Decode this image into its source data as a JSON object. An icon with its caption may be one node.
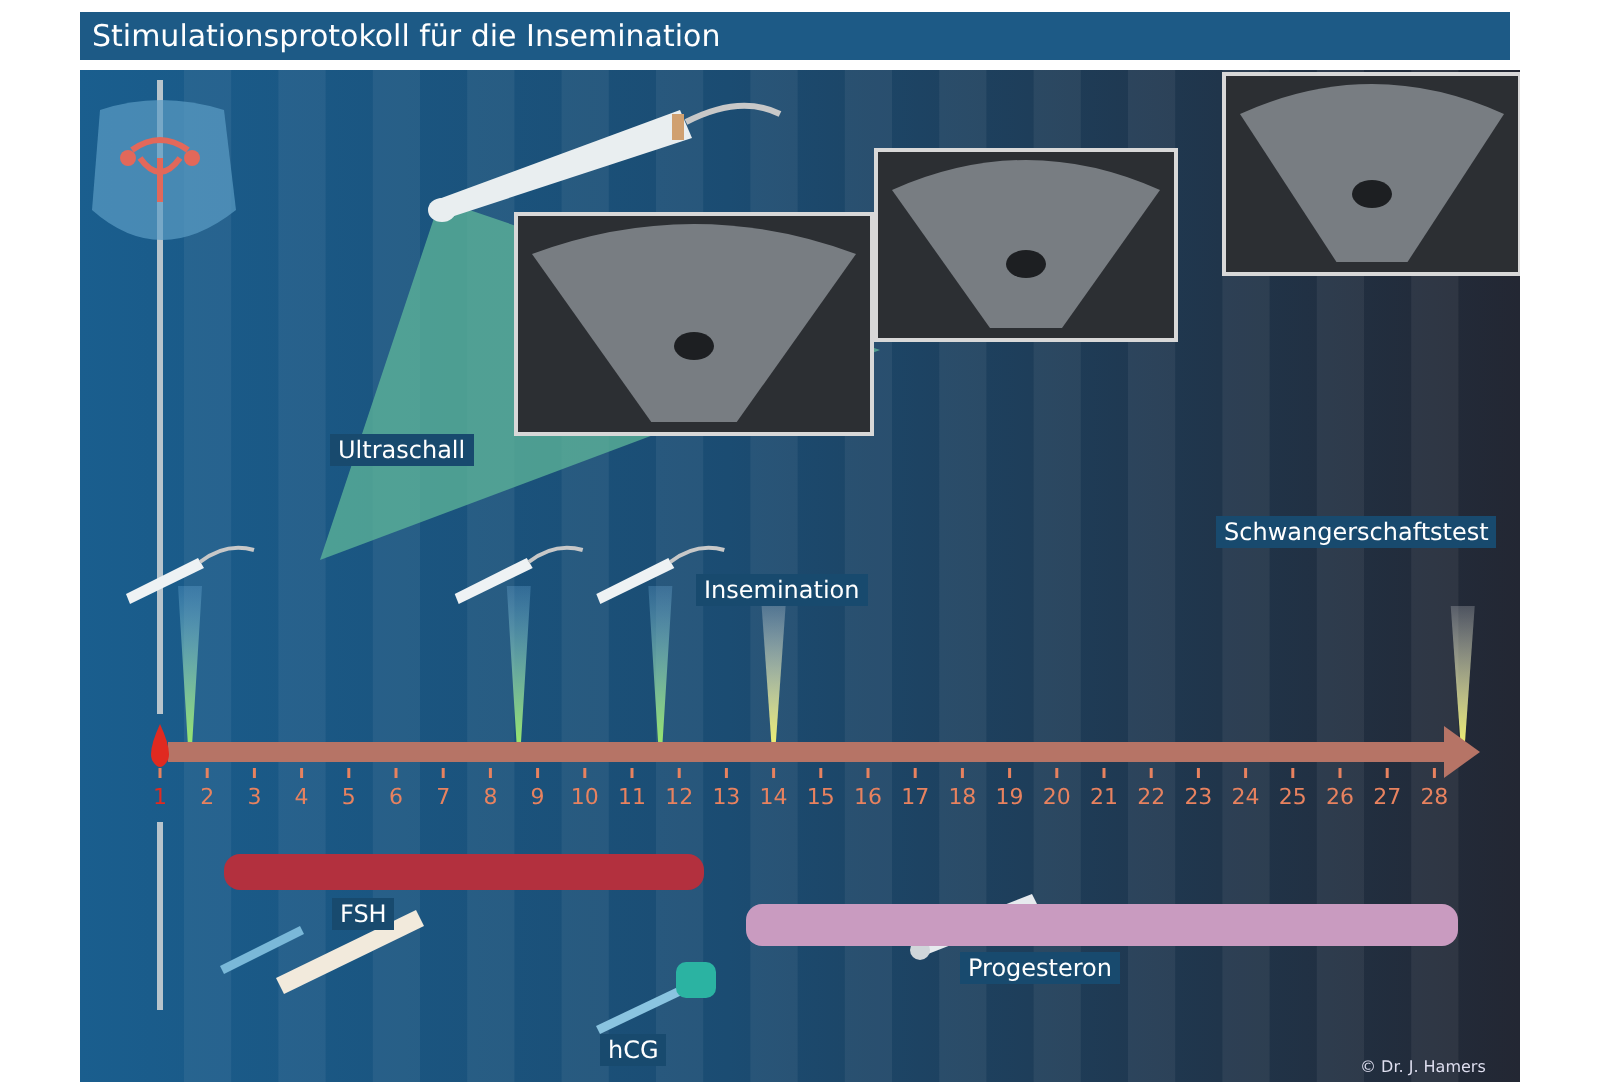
{
  "diagram": {
    "title": "Stimulationsprotokoll für die Insemination",
    "nodes": [
      {
        "text": [
          "FSH"
        ]
      },
      {
        "text": [
          "Progesteron"
        ]
      }
    ],
    "labels": [
      "Ultraschall",
      "Insemination",
      "Schwangerschaftstest",
      "1",
      "2",
      "3",
      "4",
      "5",
      "6",
      "7",
      "8",
      "9",
      "10",
      "11",
      "12",
      "13",
      "14",
      "15",
      "16",
      "17",
      "18",
      "19",
      "20",
      "21",
      "22",
      "23",
      "24",
      "25",
      "26",
      "27",
      "28",
      "hCG",
      "© Dr. J. Hamers"
    ]
  }
}
